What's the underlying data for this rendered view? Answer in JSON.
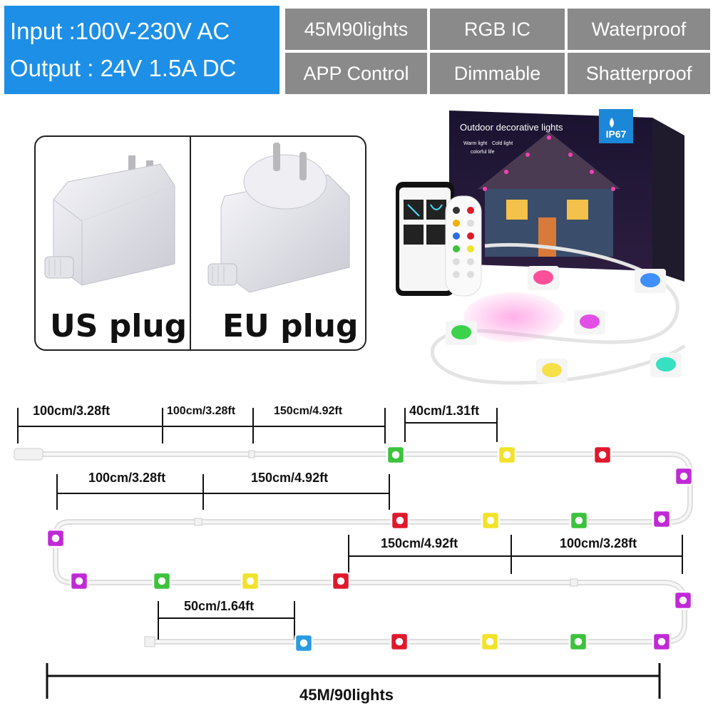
{
  "specs": {
    "input": "Input :100V-230V AC",
    "output": "Output : 24V 1.5A DC"
  },
  "features": [
    "45M90lights",
    "RGB IC",
    "Waterproof",
    "APP Control",
    "Dimmable",
    "Shatterproof"
  ],
  "plugs": {
    "us_label": "US plug",
    "eu_label": "EU plug"
  },
  "product_box": {
    "title": "Outdoor decorative lights",
    "badge": "IP67",
    "warm": "Warm light",
    "cold": "Cold light",
    "colorful": "colorful life"
  },
  "dimensions": {
    "row1": [
      "100cm/3.28ft",
      "100cm/3.28ft",
      "150cm/4.92ft",
      "40cm/1.31ft"
    ],
    "row2": [
      "100cm/3.28ft",
      "150cm/4.92ft"
    ],
    "row3": [
      "150cm/4.92ft",
      "100cm/3.28ft"
    ],
    "row4": [
      "50cm/1.64ft"
    ],
    "total": "45M/90lights"
  },
  "colors": {
    "spec_blue": "#1e8fe6",
    "feature_gray": "#8a8a8a",
    "red": "#e0182b",
    "green": "#3cc23c",
    "yellow": "#f2e22a",
    "magenta": "#c02ad6",
    "blue": "#2a9be0"
  }
}
